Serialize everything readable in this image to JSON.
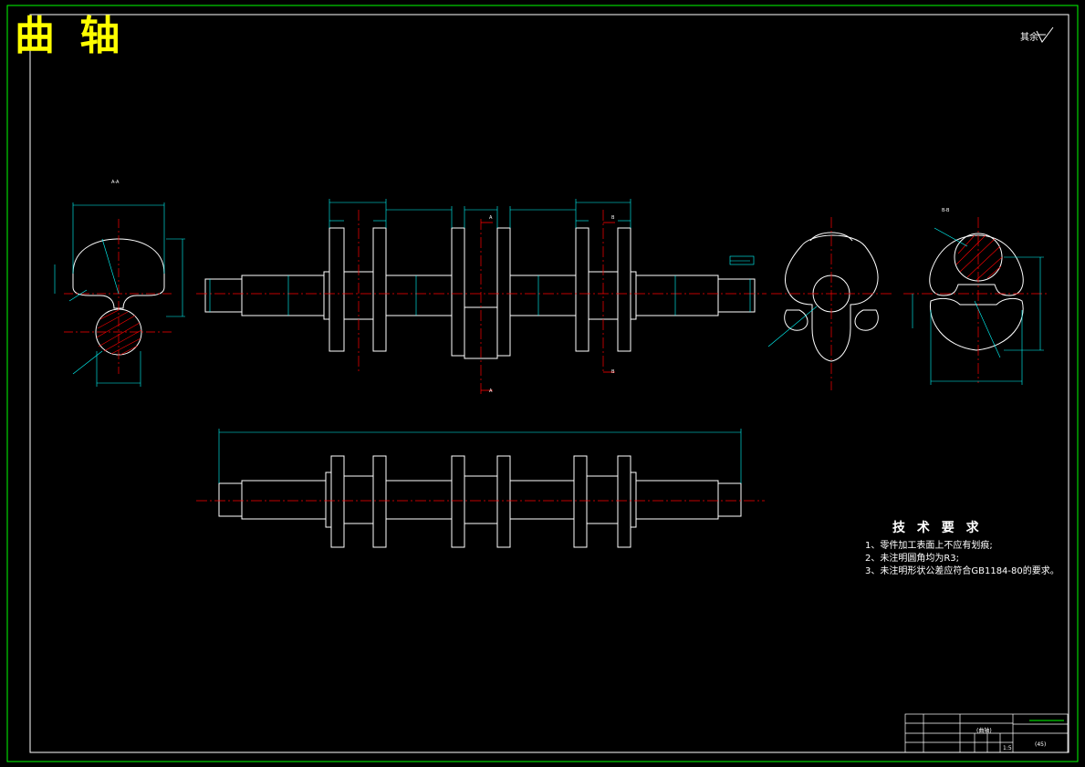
{
  "title": "曲 轴",
  "surface_note": {
    "text": "其余",
    "symbol": "roughness-check-icon"
  },
  "technical_requirements": {
    "heading": "技 术 要 求",
    "items": [
      "1、零件加工表面上不应有划痕;",
      "2、未注明圆角均为R3;",
      "3、未注明形状公差应符合GB1184-80的要求。"
    ]
  },
  "section_labels": {
    "aa": "A-A",
    "bb": "B-B"
  },
  "cut_labels": {
    "a_top": "A",
    "a_bottom": "A",
    "b_top": "B",
    "b_bottom": "B"
  },
  "title_block": {
    "drawing_name": "(曲轴)",
    "material_code": "(45)",
    "scale": "1:5"
  },
  "colors": {
    "background": "#000000",
    "outline": "#ffffff",
    "dimension": "#00ffff",
    "center_line": "#ff0000",
    "frame": "#00ff00",
    "title": "#ffff00"
  }
}
